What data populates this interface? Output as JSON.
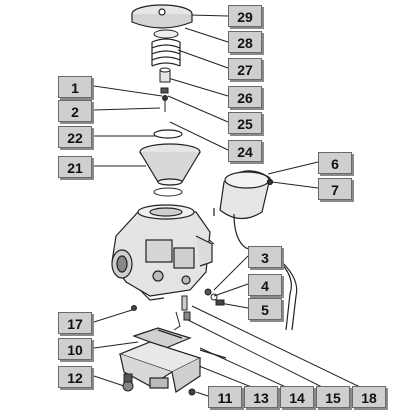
{
  "labels": {
    "l1": "1",
    "l2": "2",
    "l3": "3",
    "l4": "4",
    "l5": "5",
    "l6": "6",
    "l7": "7",
    "l10": "10",
    "l11": "11",
    "l12": "12",
    "l13": "13",
    "l14": "14",
    "l15": "15",
    "l17": "17",
    "l18": "18",
    "l21": "21",
    "l22": "22",
    "l24": "24",
    "l25": "25",
    "l26": "26",
    "l27": "27",
    "l28": "28",
    "l29": "29"
  },
  "colors": {
    "label_bg": "#cfcfcf",
    "line": "#222222",
    "part_fill": "#e6e6e6"
  }
}
